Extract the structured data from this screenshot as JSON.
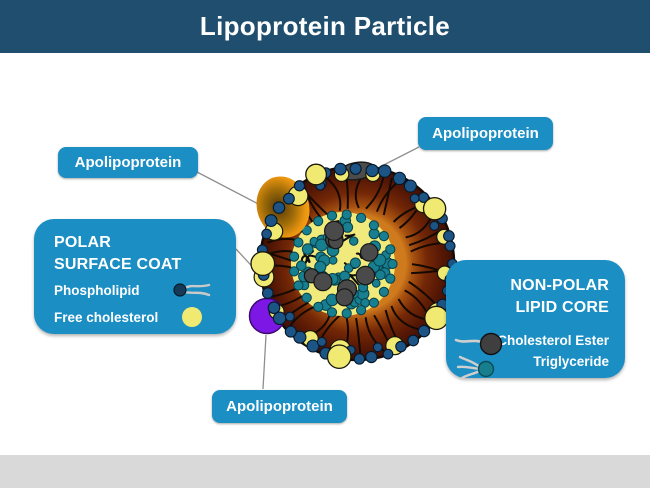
{
  "title": "Lipoprotein Particle",
  "callouts": {
    "left": "Apolipoprotein",
    "top": "Apolipoprotein",
    "bottom": "Apolipoprotein"
  },
  "polar_box": {
    "heading": [
      "POLAR",
      "SURFACE COAT"
    ],
    "items": [
      {
        "label": "Phospholipid",
        "icon": "phospholipid-icon"
      },
      {
        "label": "Free cholesterol",
        "icon": "free-cholesterol-icon"
      }
    ]
  },
  "nonpolar_box": {
    "heading": [
      "NON-POLAR",
      "LIPID CORE"
    ],
    "items": [
      {
        "label": "Cholesterol Ester",
        "icon": "cholesterol-ester-icon"
      },
      {
        "label": "Triglyceride",
        "icon": "triglyceride-icon"
      }
    ]
  },
  "colors": {
    "header_bg": "#1F4E6E",
    "callout_bg": "#1B8EC4",
    "footer_bg": "#D9D9D9",
    "membrane_ring_brown": "#6E2406",
    "phospholipid_head_navy": "#1C5585",
    "cholesterol_yellow": "#F1EA72",
    "core_yellow": "#F0E97B",
    "lipid_teal": "#187F90",
    "apolipoprotein_orange": "#E8920E",
    "apolipoprotein_gray": "#4C4C4C",
    "apolipoprotein_purple": "#7D17E6"
  }
}
